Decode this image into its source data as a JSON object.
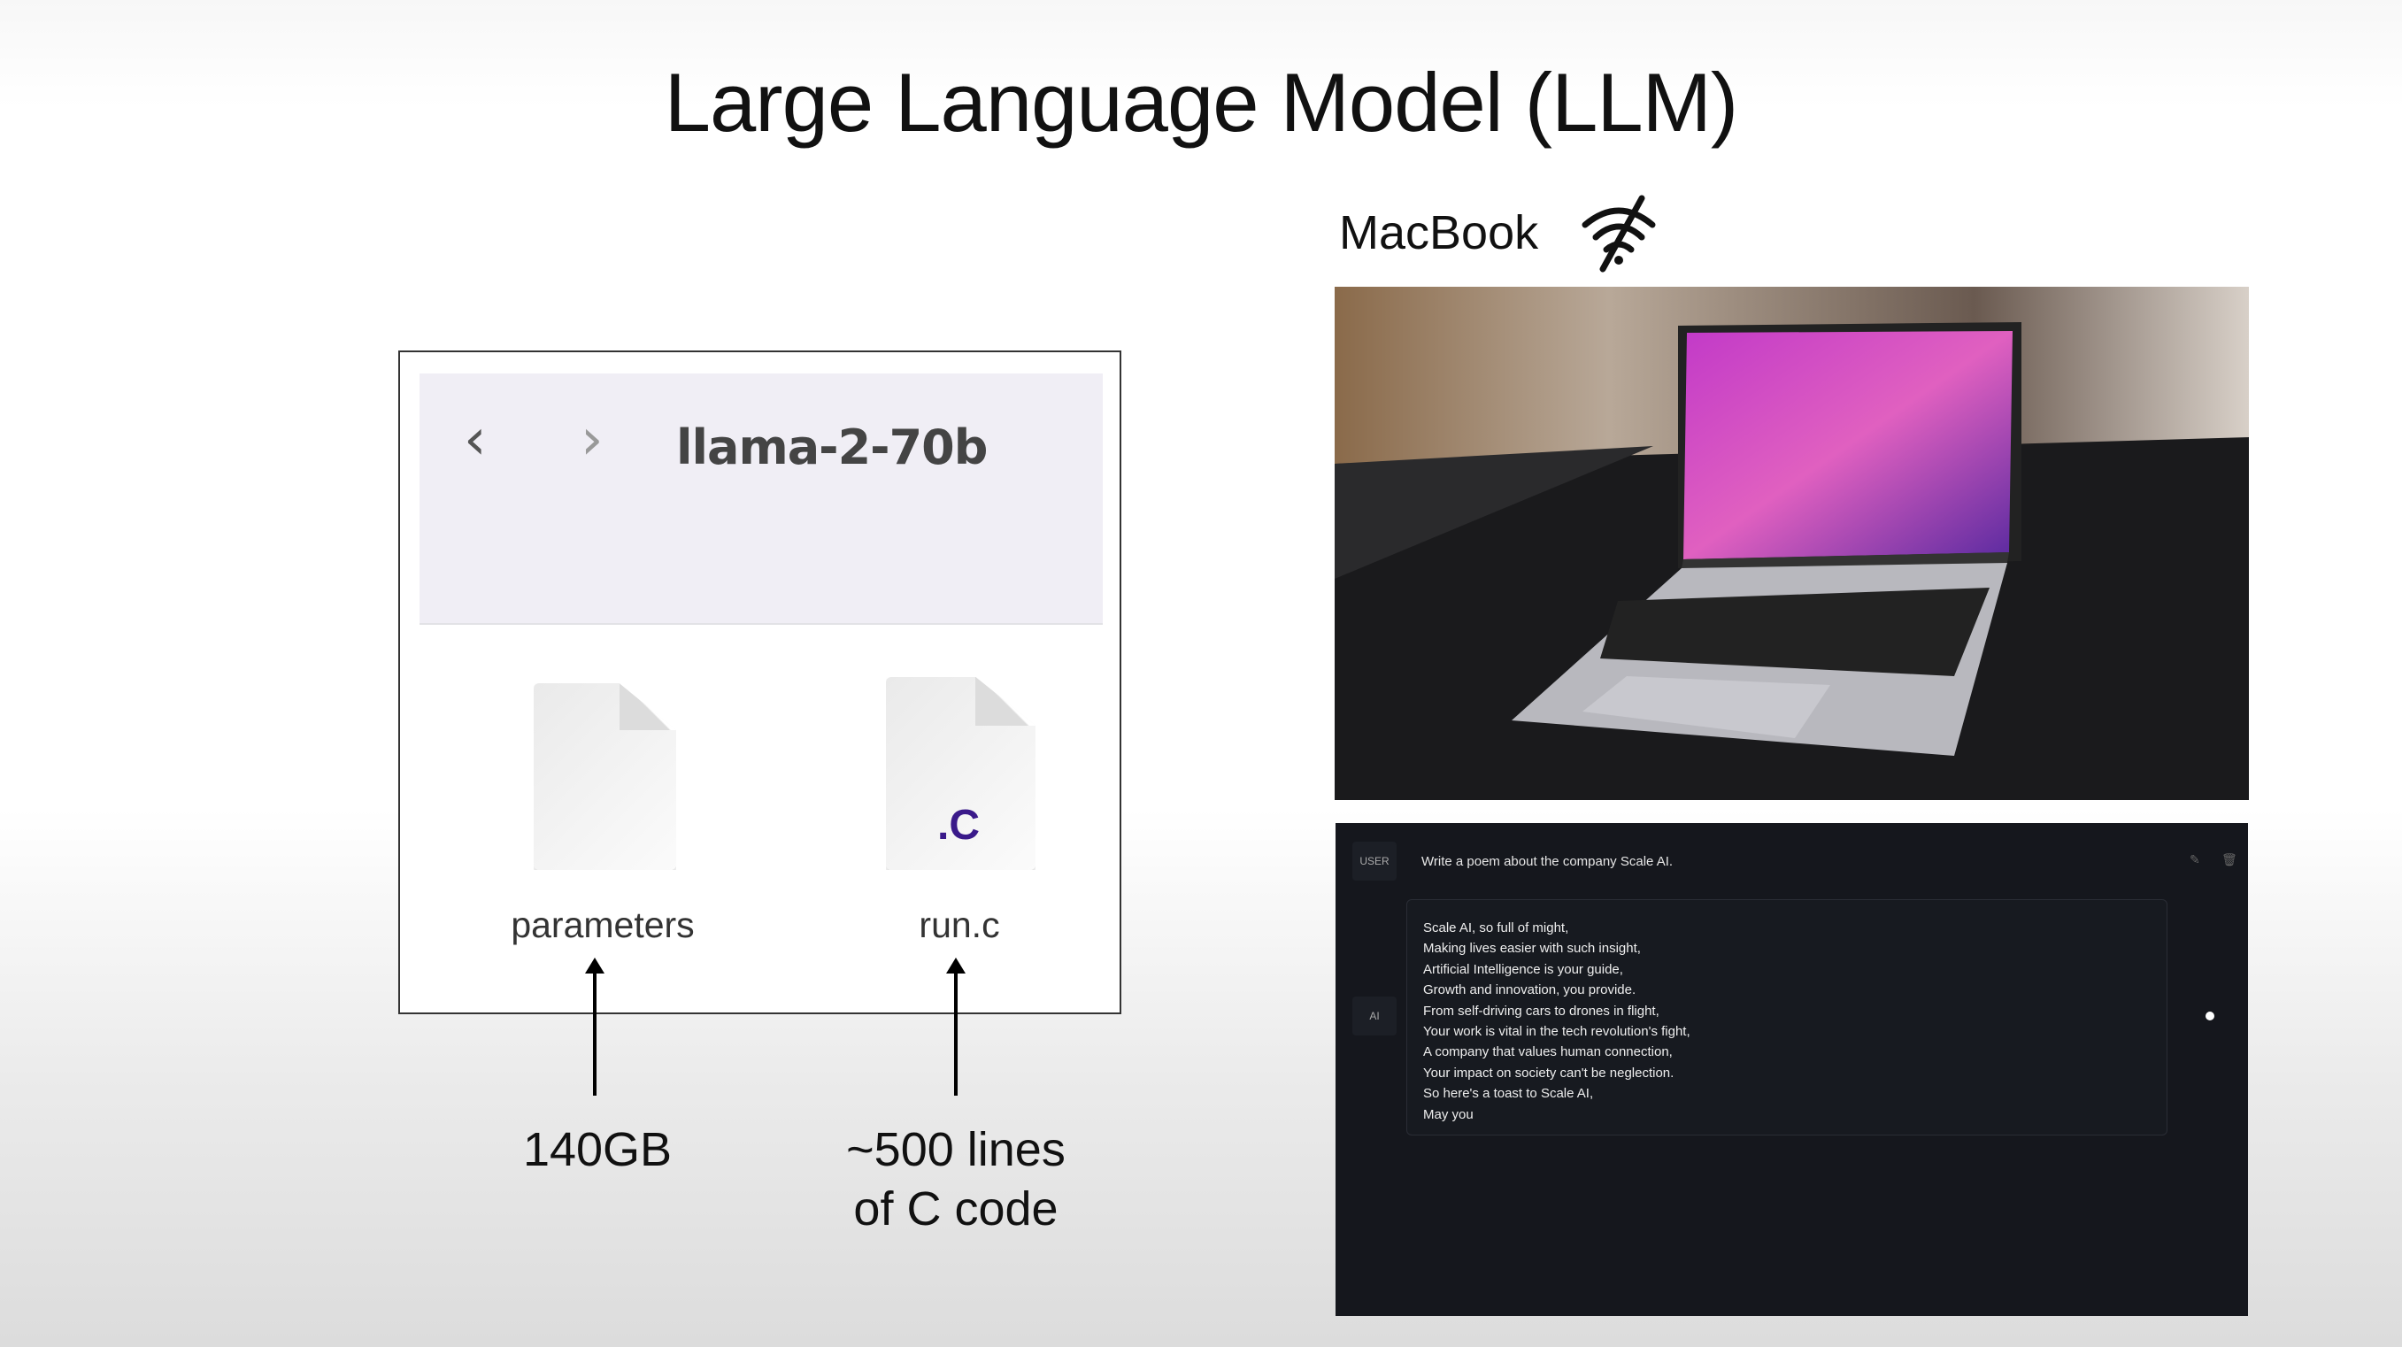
{
  "slide": {
    "title": "Large Language Model (LLM)"
  },
  "finder": {
    "folder_name": "llama-2-70b",
    "files": [
      {
        "name": "parameters",
        "icon": "blank-file-icon"
      },
      {
        "name": "run.c",
        "icon": "c-file-icon",
        "badge": ".C"
      }
    ],
    "annotations": {
      "parameters": "140GB",
      "runc_line1": "~500 lines",
      "runc_line2": "of C code"
    }
  },
  "macbook": {
    "label": "MacBook",
    "icon": "wifi-off-icon"
  },
  "chat": {
    "user_role": "USER",
    "prompt": "Write a poem about the company Scale AI.",
    "ai_role": "AI",
    "response_lines": [
      "Scale AI, so full of might,",
      "Making lives easier with such insight,",
      "Artificial Intelligence is your guide,",
      "Growth and innovation, you provide.",
      "From self-driving cars to drones in flight,",
      "Your work is vital in the tech revolution's fight,",
      "A company that values human connection,",
      "Your impact on society can't be neglection.",
      "So here's a toast to Scale AI,",
      "May you"
    ]
  }
}
